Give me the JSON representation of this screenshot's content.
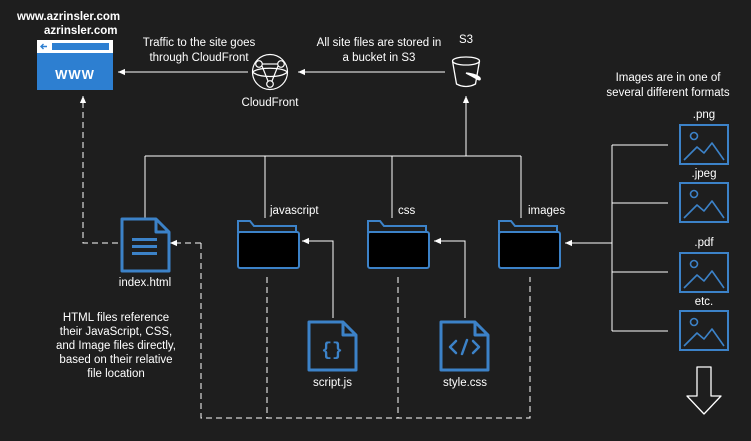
{
  "site": {
    "url_primary": "www.azrinsler.com",
    "url_secondary": "azrinsler.com",
    "browser_text": "WWW"
  },
  "traffic_note": {
    "line1": "Traffic to the site goes",
    "line2": "through CloudFront"
  },
  "cloudfront": {
    "label": "CloudFront"
  },
  "s3": {
    "label": "S3",
    "note_line1": "All site files are stored in",
    "note_line2": "a bucket in S3"
  },
  "images_note": {
    "line1": "Images are in one of",
    "line2": "several different formats"
  },
  "formats": [
    ".png",
    ".jpeg",
    ".pdf",
    "etc."
  ],
  "folders": {
    "javascript": "javascript",
    "css": "css",
    "images": "images"
  },
  "files": {
    "index": "index.html",
    "script": "script.js",
    "style": "style.css"
  },
  "html_note": {
    "line1": "HTML files reference",
    "line2": "their JavaScript, CSS,",
    "line3": "and Image files directly,",
    "line4": "based on their relative",
    "line5": "file location"
  },
  "colors": {
    "background": "#1e1e1e",
    "aws_blue": "#3c82c8",
    "connector": "#ffffff",
    "browser_blue": "#2d7fd1"
  }
}
